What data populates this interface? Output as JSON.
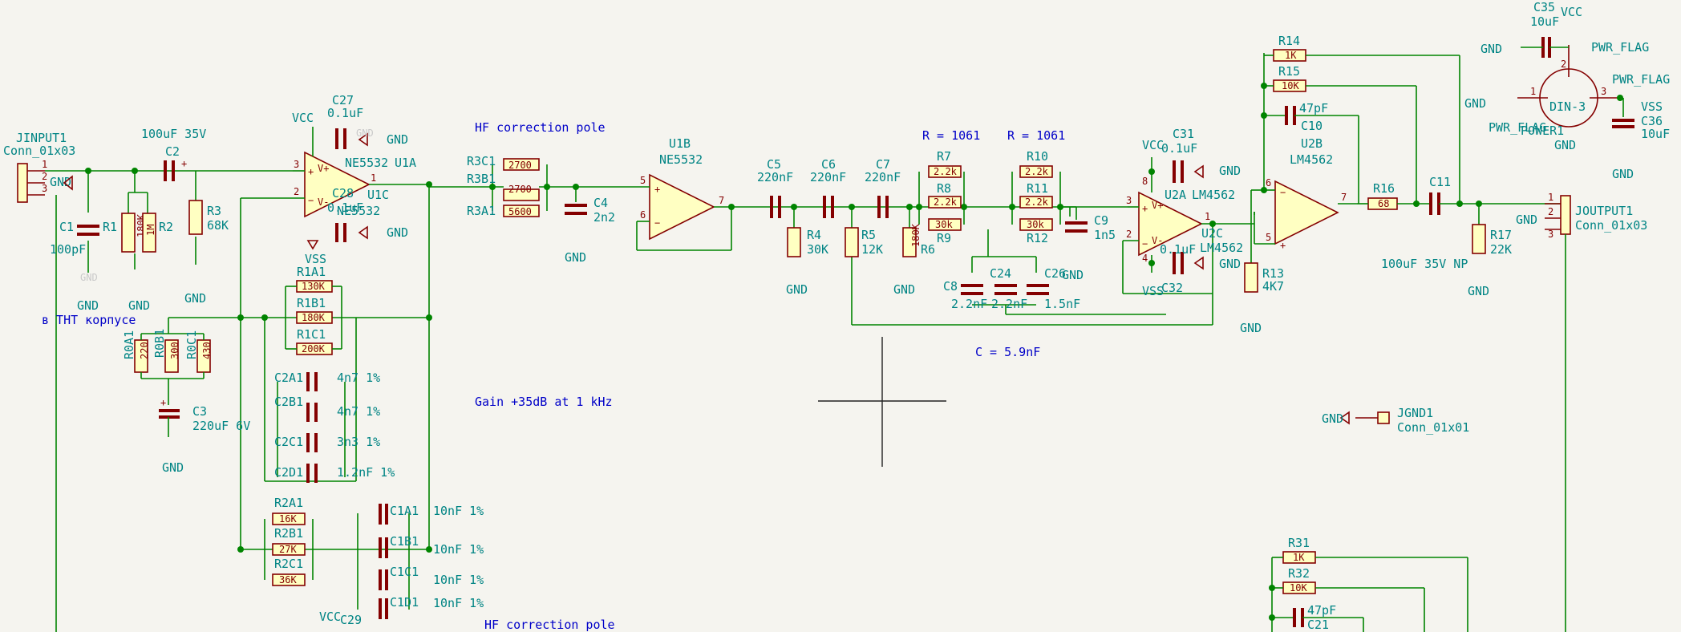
{
  "title": "",
  "notes": {
    "hf1": "HF correction pole",
    "hf2": "HF correction pole",
    "tht": "в THT корпусе",
    "r1": "R = 1061",
    "r2": "R = 1061",
    "cnote": "C = 5.9nF",
    "gain": "Gain +35dB at 1 kHz"
  },
  "connectors": {
    "in_ref": "JINPUT1",
    "in_val": "Conn_01x03",
    "out_ref": "JOUTPUT1",
    "out_val": "Conn_01x03",
    "jgnd_ref": "JGND1",
    "jgnd_val": "Conn_01x01",
    "power_ref": "POWER1",
    "power_val": "DIN-3"
  },
  "parts": {
    "C1": "C1",
    "C1v": "100pF",
    "R1": "R1",
    "R1v": "180K",
    "R2": "R2",
    "R2v": "1M",
    "C2": "C2",
    "C2v": "100uF 35V",
    "R3": "R3",
    "R3v": "68K",
    "C3": "C3",
    "C3v": "220uF 6V",
    "R0A1": "R0A1",
    "R0A1v": "220",
    "R0B1": "R0B1",
    "R0B1v": "300",
    "R0C1": "R0C1",
    "R0C1v": "430",
    "C27": "C27",
    "C27v": "0.1uF",
    "C28": "C28",
    "C28v": "0.1uF",
    "U1A": "U1A",
    "U1Av": "NE5532",
    "U1C": "U1C",
    "U1Cv": "NE5532",
    "R1A1": "R1A1",
    "R1A1v": "130K",
    "R1B1": "R1B1",
    "R1B1v": "180K",
    "R1C1": "R1C1",
    "R1C1v": "200K",
    "C2A1": "C2A1",
    "C2A1v": "4n7 1%",
    "C2B1": "C2B1",
    "C2B1v": "4n7 1%",
    "C2C1": "C2C1",
    "C2C1v": "3n3 1%",
    "C2D1": "C2D1",
    "C2D1v": "1.2nF 1%",
    "R2A1": "R2A1",
    "R2A1v": "16K",
    "R2B1": "R2B1",
    "R2B1v": "27K",
    "R2C1": "R2C1",
    "R2C1v": "36K",
    "C1A1": "C1A1",
    "C1B1": "C1B1",
    "C1C1": "C1C1",
    "C1D1": "C1D1",
    "C1xv": "10nF 1%",
    "C29": "C29",
    "R3C1": "R3C1",
    "R3C1v": "2700",
    "R3B1": "R3B1",
    "R3B1v": "2700",
    "R3A1": "R3A1",
    "R3A1v": "5600",
    "C4": "C4",
    "C4v": "2n2",
    "U1B": "U1B",
    "U1Bv": "NE5532",
    "C5": "C5",
    "C5v": "220nF",
    "C6": "C6",
    "C6v": "220nF",
    "C7": "C7",
    "C7v": "220nF",
    "R4": "R4",
    "R4v": "30K",
    "R5": "R5",
    "R5v": "12K",
    "R6": "R6",
    "R6v": "180K",
    "R7": "R7",
    "R8": "R8",
    "R9": "R9",
    "R10": "R10",
    "R11": "R11",
    "R12": "R12",
    "v22k": "2.2k",
    "v30k": "30k",
    "C8": "C8",
    "C8v": "2.2nF",
    "C24": "C24",
    "C24v": "2.2nF",
    "C26": "C26",
    "C26v": "1.5nF",
    "C9": "C9",
    "C9v": "1n5",
    "C31": "C31",
    "C31v": "0.1uF",
    "C32": "C32",
    "C32v": "0.1uF",
    "U2A": "U2A",
    "U2Av": "LM4562",
    "U2C": "U2C",
    "U2Cv": "LM4562",
    "U2B": "U2B",
    "U2Bv": "LM4562",
    "R13": "R13",
    "R13v": "4K7",
    "R14": "R14",
    "R14v": "1K",
    "R15": "R15",
    "R15v": "10K",
    "C10": "C10",
    "C10v": "47pF",
    "R16": "R16",
    "R16v": "68",
    "C11": "C11",
    "C11v": "100uF 35V NP",
    "R17": "R17",
    "R17v": "22K",
    "C35": "C35",
    "C35v": "10uF",
    "C36": "C36",
    "C36v": "10uF",
    "R31": "R31",
    "R31v": "1K",
    "R32": "R32",
    "R32v": "10K",
    "C21": "C21",
    "C21v": "47pF"
  },
  "power": {
    "gnd": "GND",
    "vcc": "VCC",
    "vss": "VSS",
    "pwr_flag": "PWR_FLAG",
    "gnd_ghost": "GND"
  },
  "pins": {
    "p1": "1",
    "p2": "2",
    "p3": "3",
    "p5": "5",
    "p6": "6",
    "p7": "7",
    "p8": "8",
    "p4": "4",
    "vplus": "V+",
    "vminus": "V-"
  }
}
